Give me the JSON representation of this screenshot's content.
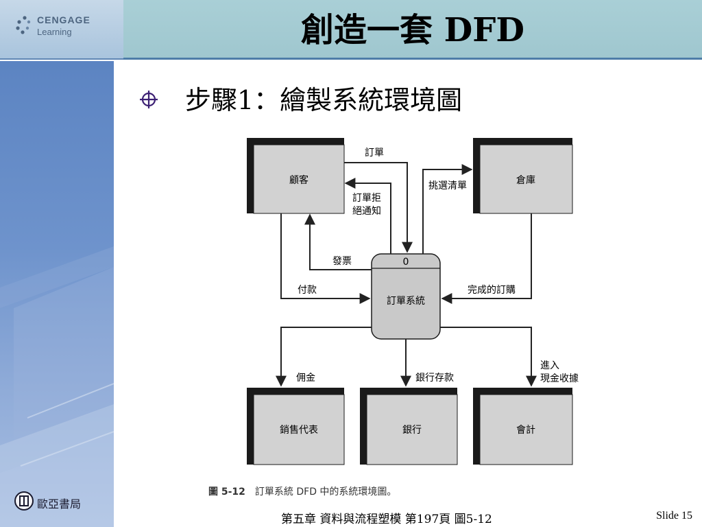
{
  "header": {
    "logo": {
      "brand": "CENGAGE",
      "sub": "Learning"
    },
    "title": "創造一套 DFD"
  },
  "bullet": {
    "icon": "crosshair-bullet-icon",
    "text": "步驟1：繪製系統環境圖"
  },
  "diagram": {
    "entities": {
      "customer": "顧客",
      "warehouse": "倉庫",
      "sales_rep": "銷售代表",
      "bank": "銀行",
      "accounting": "會計"
    },
    "process": {
      "number": "0",
      "name": "訂單系統"
    },
    "flows": {
      "order": "訂單",
      "rejection_line1": "訂單拒",
      "rejection_line2": "絕通知",
      "picking_list": "挑選清單",
      "invoice": "發票",
      "payment": "付款",
      "completed_order": "完成的訂購",
      "commission": "佣金",
      "bank_deposit": "銀行存款",
      "cash_line1": "進入",
      "cash_line2": "現金收據"
    },
    "caption": {
      "number": "圖 5-12",
      "text": "訂單系統 DFD 中的系統環境圖。"
    }
  },
  "footer": {
    "publisher": "歐亞書局",
    "center": "第五章 資料與流程塑模 第197頁 圖5-12",
    "slide": "Slide 15"
  }
}
